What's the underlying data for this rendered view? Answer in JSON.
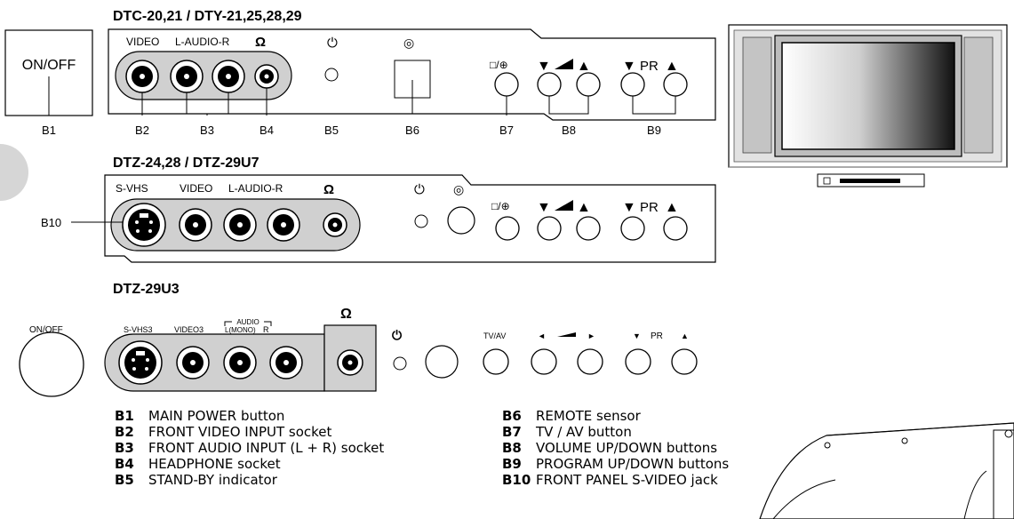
{
  "models": {
    "panel1": "DTC-20,21 / DTY-21,25,28,29",
    "panel2": "DTZ-24,28 / DTZ-29U7",
    "panel3": "DTZ-29U3"
  },
  "onoff_box": "ON/OFF",
  "panel1_labels": {
    "video": "VIDEO",
    "audio": "L-AUDIO-R",
    "pr": "PR"
  },
  "panel2_labels": {
    "svhs": "S-VHS",
    "video": "VIDEO",
    "audio": "L-AUDIO-R",
    "pr": "PR"
  },
  "panel3_labels": {
    "onoff": "ON/OFF",
    "svhs": "S-VHS3",
    "video": "VIDEO3",
    "audio_top": "AUDIO",
    "audio_mono": "L(MONO)",
    "audio_r": "R",
    "tvav": "TV/AV",
    "pr": "PR"
  },
  "callouts": [
    "B1",
    "B2",
    "B3",
    "B4",
    "B5",
    "B6",
    "B7",
    "B8",
    "B9",
    "B10"
  ],
  "legend_left": [
    {
      "code": "B1",
      "text": "MAIN POWER button"
    },
    {
      "code": "B2",
      "text": "FRONT VIDEO INPUT socket"
    },
    {
      "code": "B3",
      "text": "FRONT AUDIO INPUT (L + R) socket"
    },
    {
      "code": "B4",
      "text": "HEADPHONE socket"
    },
    {
      "code": "B5",
      "text": "STAND-BY indicator"
    }
  ],
  "legend_right": [
    {
      "code": "B6",
      "text": "REMOTE sensor"
    },
    {
      "code": "B7",
      "text": "TV / AV button"
    },
    {
      "code": "B8",
      "text": "VOLUME UP/DOWN buttons"
    },
    {
      "code": "B9",
      "text": "PROGRAM UP/DOWN buttons"
    },
    {
      "code": "B10",
      "text": "FRONT PANEL S-VIDEO jack"
    }
  ]
}
